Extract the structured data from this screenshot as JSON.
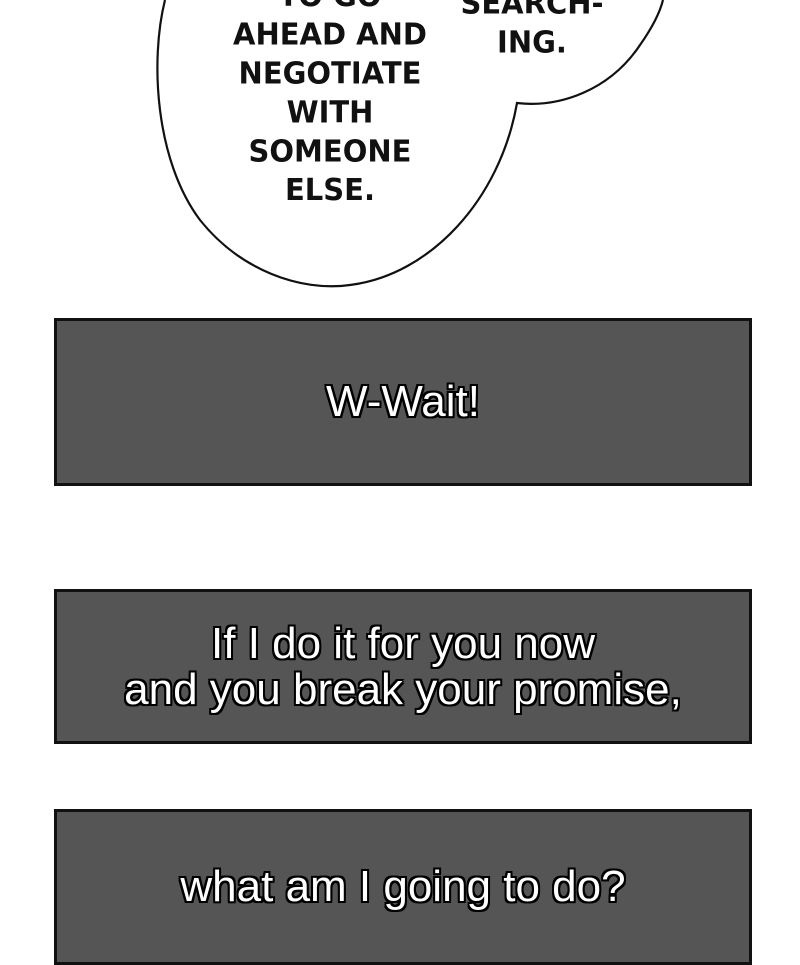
{
  "speech_bubble": {
    "left_lines": [
      "TO GO",
      "AHEAD AND",
      "NEGOTIATE",
      "WITH",
      "SOMEONE",
      "ELSE."
    ],
    "right_lines": [
      "SEARCH-",
      "ING."
    ]
  },
  "captions": [
    {
      "lines": [
        "W-Wait!"
      ]
    },
    {
      "lines": [
        "If I do it for you now",
        "and you break your promise,"
      ]
    },
    {
      "lines": [
        "what am I going to do?"
      ]
    }
  ]
}
